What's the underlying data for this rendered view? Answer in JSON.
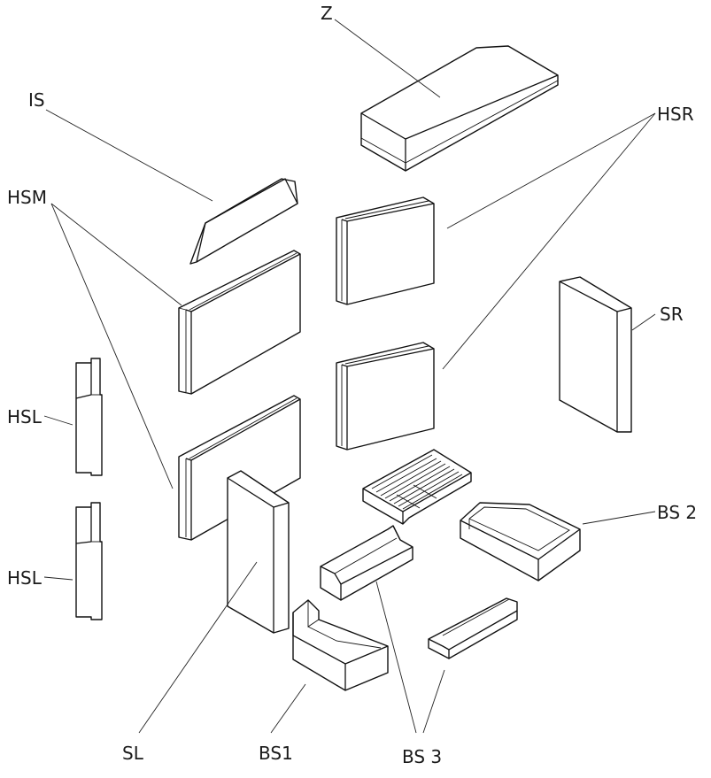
{
  "labels": {
    "z": "Z",
    "is": "IS",
    "hsr": "HSR",
    "hsm": "HSM",
    "sr": "SR",
    "hsl_1": "HSL",
    "hsl_2": "HSL",
    "bs2": "BS 2",
    "sl": "SL",
    "bs1": "BS1",
    "bs3": "BS 3"
  }
}
